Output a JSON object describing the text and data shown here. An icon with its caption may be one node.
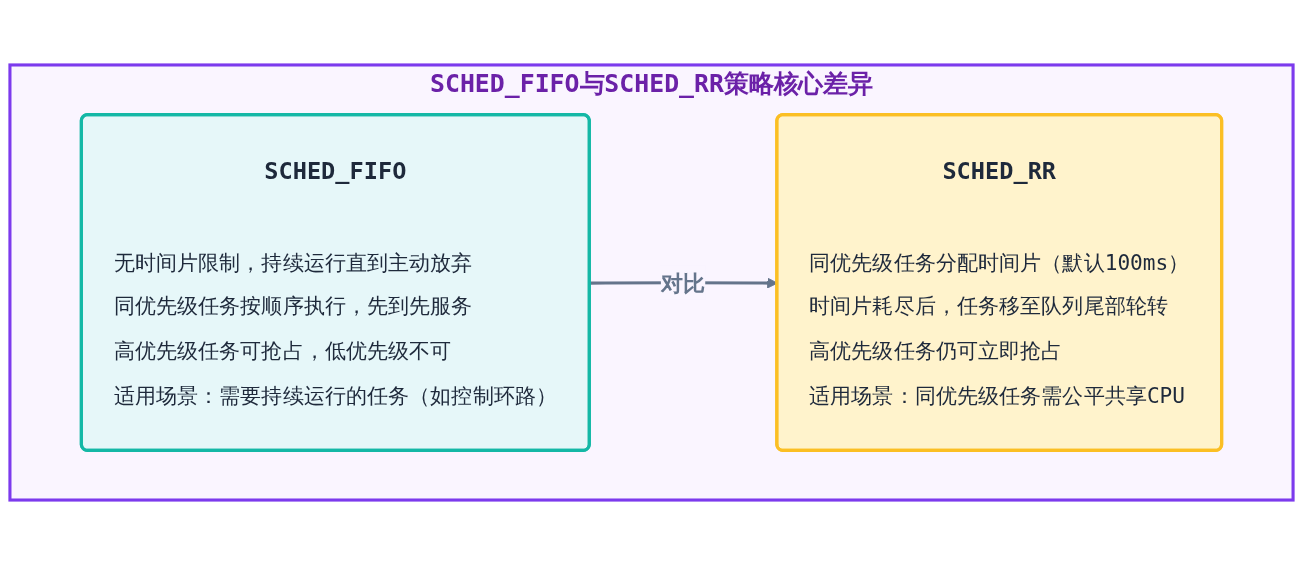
{
  "diagram": {
    "nodes": [
      {
        "text": [
          "SCHED_FIFO与SCHED_RR策略核心差异"
        ]
      },
      {
        "text": [
          "SCHED_FIFO",
          "无时间片限制，持续运行直到主动放弃",
          "同优先级任务按顺序执行，先到先服务",
          "高优先级任务可抢占，低优先级不可",
          "适用场景：需要持续运行的任务（如控制环路）"
        ],
        "in": 0
      },
      {
        "text": [
          "SCHED_RR",
          "同优先级任务分配时间片（默认100ms）",
          "时间片耗尽后，任务移至队列尾部轮转",
          "高优先级任务仍可立即抢占",
          "适用场景：同优先级任务需公平共享CPU"
        ],
        "in": 0
      }
    ],
    "edges": [
      {
        "from": 1,
        "to": 2,
        "arrow": "to",
        "label": "对比"
      }
    ]
  }
}
